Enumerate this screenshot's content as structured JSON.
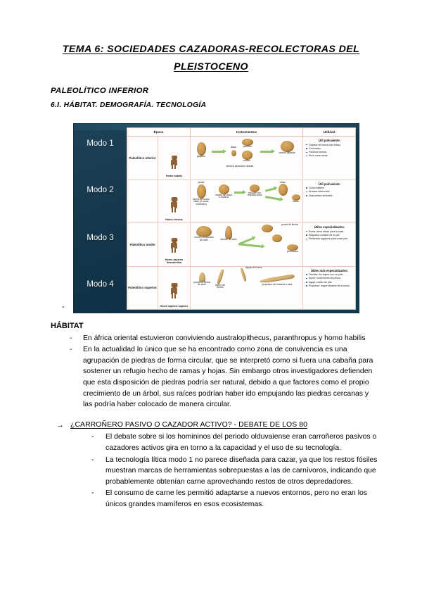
{
  "document": {
    "title_line1": "TEMA 6: SOCIEDADES CAZADORAS-RECOLECTORAS DEL",
    "title_line2": "PLEISTOCENO",
    "subheading_1": "PALEOLÍTICO INFERIOR",
    "subheading_2": "6.I. HÁBITAT. DEMOGRAFÍA. TECNOLOGÍA",
    "stray_dash": "-"
  },
  "slide": {
    "background_color": "#15384c",
    "modes": [
      "Modo 1",
      "Modo 2",
      "Modo 3",
      "Modo 4"
    ],
    "table": {
      "headers": [
        "Época",
        "Instrumentos",
        "Utilidad"
      ],
      "rows": [
        {
          "epoca": "Paleolítico inferior",
          "hominid": "Homo habilis",
          "instruments": [
            "guijarro",
            "lasca",
            "percutor",
            "núcleo",
            "cantos tallados",
            "técnica percusión directa"
          ],
          "utility_title": "Útil polivalente:",
          "utility_items": [
            "Golpear de forma más eficaz.",
            "Corta látex.",
            "Fractura huesos.",
            "Sirve como arma."
          ]
        },
        {
          "epoca": "Paleolítico inferior",
          "hominid": "Homo erectus",
          "instruments": [
            "punta",
            "hacha de mano bifaz (2 caras cortantes)",
            "núcleo de disco o bivalva",
            "retoque por retirada corta",
            "bifaz",
            "lasca"
          ],
          "utility_title": "Útil polivalente:",
          "utility_items": [
            "Corta madera.",
            "Arranca tubérculos.",
            "Descuartiza animales."
          ]
        },
        {
          "epoca": "Paleolítico medio",
          "hominid": "Homo sapiens Neanderthal",
          "instruments": [
            "núcleo preparado de sílex",
            "lámina de sílex",
            "punta de flecha",
            "perforador"
          ],
          "utility_title": "Útiles especializados:",
          "utility_items": [
            "Punta: arma eficaz para la caza.",
            "Raspador cuidado de la piel.",
            "Perforador agujeros para coser piel."
          ]
        },
        {
          "epoca": "Paleolítico superior",
          "hominid": "Homo sapiens sapiens",
          "instruments": [
            "punta de flecha de sílex",
            "arpón de hueso",
            "aguja de hueso",
            "propulsor de madera o asta"
          ],
          "utility_title": "Útiles más especializados:",
          "utility_items": [
            "Flechas: tiro lejano con un palo.",
            "Arpón: instrumento de pesca.",
            "Aguja: cosido de piel.",
            "Propulsor: mayor alcance de la lanza."
          ]
        }
      ]
    }
  },
  "content": {
    "habitat_heading": "HÁBITAT",
    "habitat_points": [
      "En áfrica oriental estuvieron conviviendo australopithecus, paranthropus y homo habilis",
      "En la actualidad lo único que se ha encontrado como zona de convivencia es una agrupación de piedras de forma circular, que se interpretó como si fuera una cabaña para sostener un refugio hecho de ramas y hojas. Sin embargo otros investigadores defienden que esta disposición de piedras podría ser natural, debido a que factores como el propio crecimiento de un árbol, sus raíces podrían haber ido empujando las piedras cercanas y las podría haber colocado de manera circular."
    ],
    "debate_heading": "¿CARROÑERO PASIVO O CAZADOR ACTIVO? - DEBATE DE LOS 80",
    "debate_points": [
      "El debate sobre si los homininos del periodo olduvaiense eran carroñeros pasivos o cazadores activos gira en torno a la capacidad y el uso de su tecnología.",
      "La tecnología lítica modo 1 no parece diseñada para cazar, ya que los restos fósiles muestran marcas de herramientas sobrepuestas a las de carnívoros, indicando que probablemente obtenían carne aprovechando restos de otros depredadores.",
      "El consumo de carne les permitió adaptarse a nuevos entornos, pero no eran los únicos grandes mamíferos en esos ecosistemas."
    ]
  }
}
